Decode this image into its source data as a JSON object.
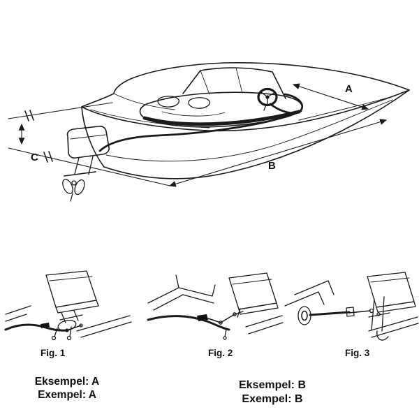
{
  "diagram": {
    "dimensions": {
      "a": "A",
      "b": "B",
      "c": "C"
    },
    "figures": [
      {
        "label": "Fig. 1"
      },
      {
        "label": "Fig. 2"
      },
      {
        "label": "Fig. 3"
      }
    ],
    "captions": {
      "left1": "Eksempel: A",
      "left2": "Exempel: A",
      "right1": "Eksempel: B",
      "right2": "Exempel: B"
    },
    "colors": {
      "line": "#1a1a1a",
      "background": "#ffffff"
    }
  }
}
